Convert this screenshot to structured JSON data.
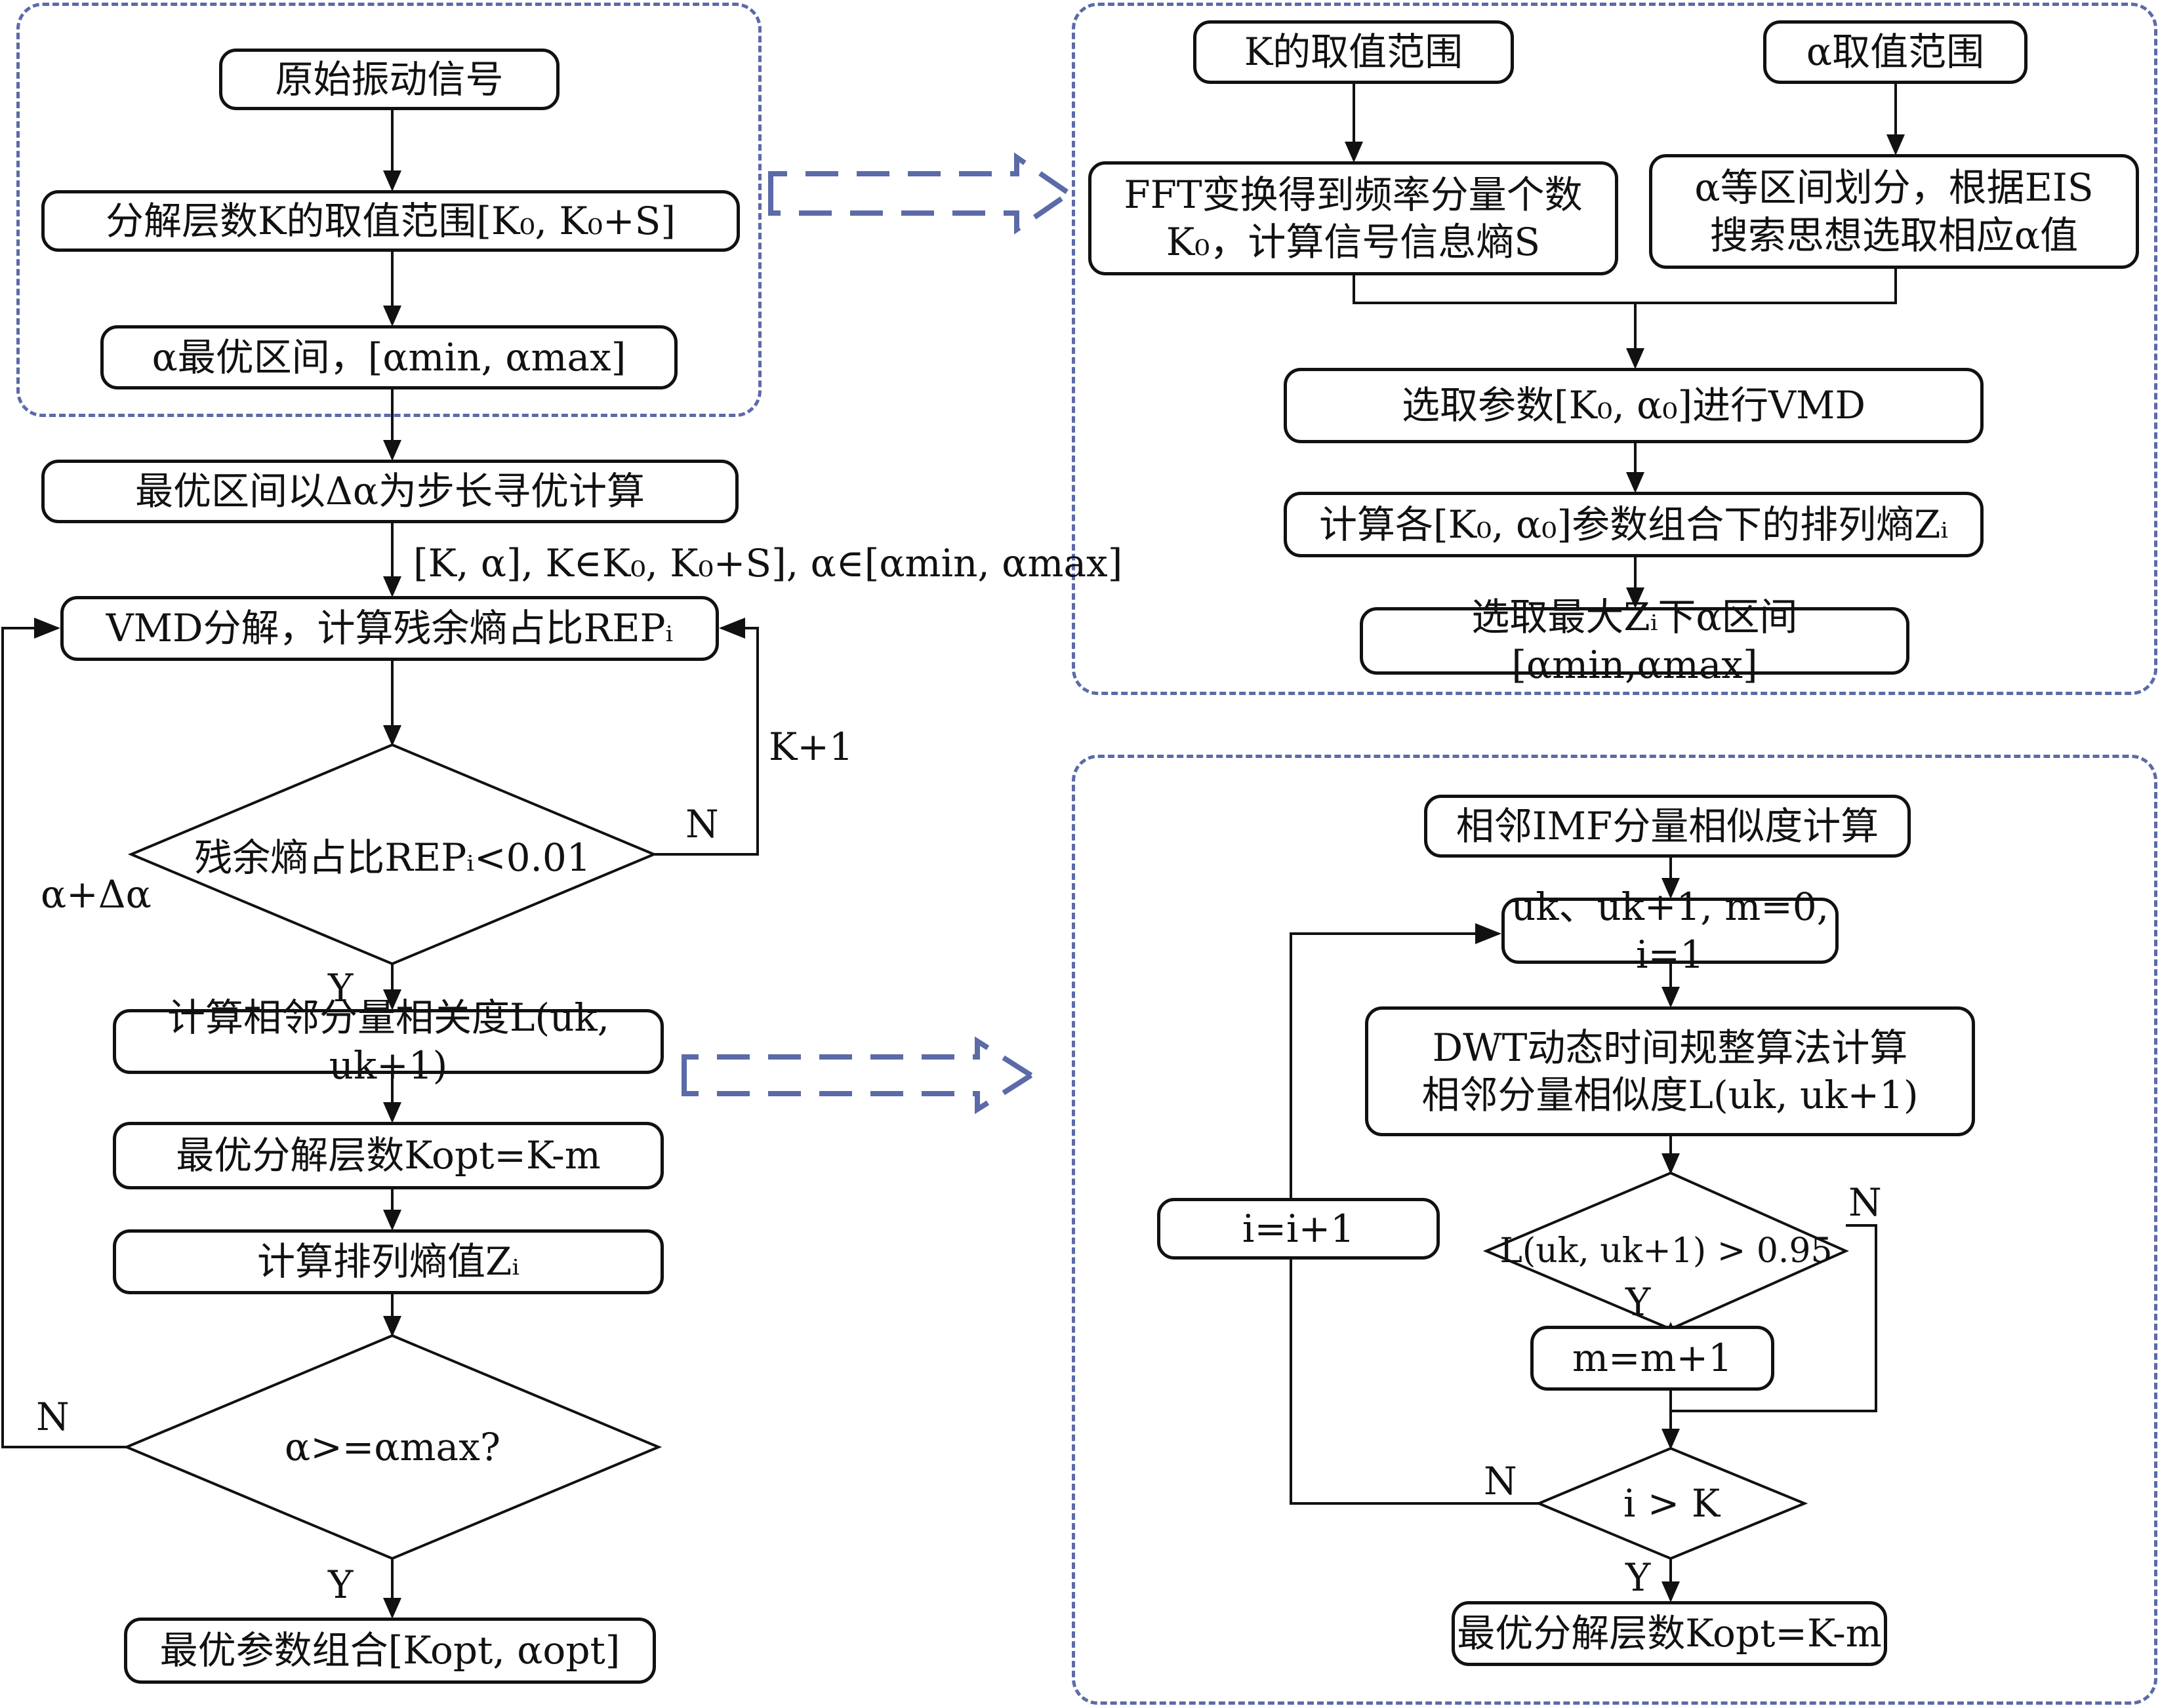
{
  "colors": {
    "line": "#111111",
    "dashed_region": "#5b6aa8"
  },
  "left_flow": {
    "start": "原始振动信号",
    "k_range": "分解层数K的取值范围[K₀, K₀+S]",
    "alpha_interval": "α最优区间，[αmin, αmax]",
    "search": "最优区间以Δα为步长寻优计算",
    "param_label": "[K, α], K∈K₀, K₀+S], α∈[αmin, αmax]",
    "vmd": "VMD分解，计算残余熵占比REPᵢ",
    "decision_rep": "残余熵占比REPᵢ<0.01",
    "k_plus_1": "K+1",
    "n_label_1": "N",
    "alpha_step": "α+Δα",
    "y_label_1": "Y",
    "correlation": "计算相邻分量相关度L(uk, uk+1)",
    "k_opt": "最优分解层数Kopt=K-m",
    "perm_entropy": "计算排列熵值Zᵢ",
    "decision_alpha": "α>=αmax?",
    "n_label_2": "N",
    "y_label_2": "Y",
    "result": "最优参数组合[Kopt, αopt]"
  },
  "right_top": {
    "k_range": "K的取值范围",
    "alpha_range": "α取值范围",
    "fft": "FFT变换得到频率分量个数\nK₀，计算信号信息熵S",
    "alpha_split": "α等区间划分，根据EIS\n搜索思想选取相应α值",
    "select_params": "选取参数[K₀, α₀]进行VMD",
    "calc_entropy": "计算各[K₀, α₀]参数组合下的排列熵Zᵢ",
    "select_max": "选取最大Zᵢ下α区间[αmin,αmax]"
  },
  "right_bottom": {
    "similarity": "相邻IMF分量相似度计算",
    "init": "uk、uk+1, m=0, i=1",
    "dwt": "DWT动态时间规整算法计算\n相邻分量相似度L(uk, uk+1)",
    "decision_sim": "L(uk, uk+1) > 0.95",
    "n_label_1": "N",
    "y_label_1": "Y",
    "m_inc": "m=m+1",
    "i_inc": "i=i+1",
    "decision_i": "i > K",
    "n_label_2": "N",
    "y_label_2": "Y",
    "result": "最优分解层数Kopt=K-m"
  }
}
